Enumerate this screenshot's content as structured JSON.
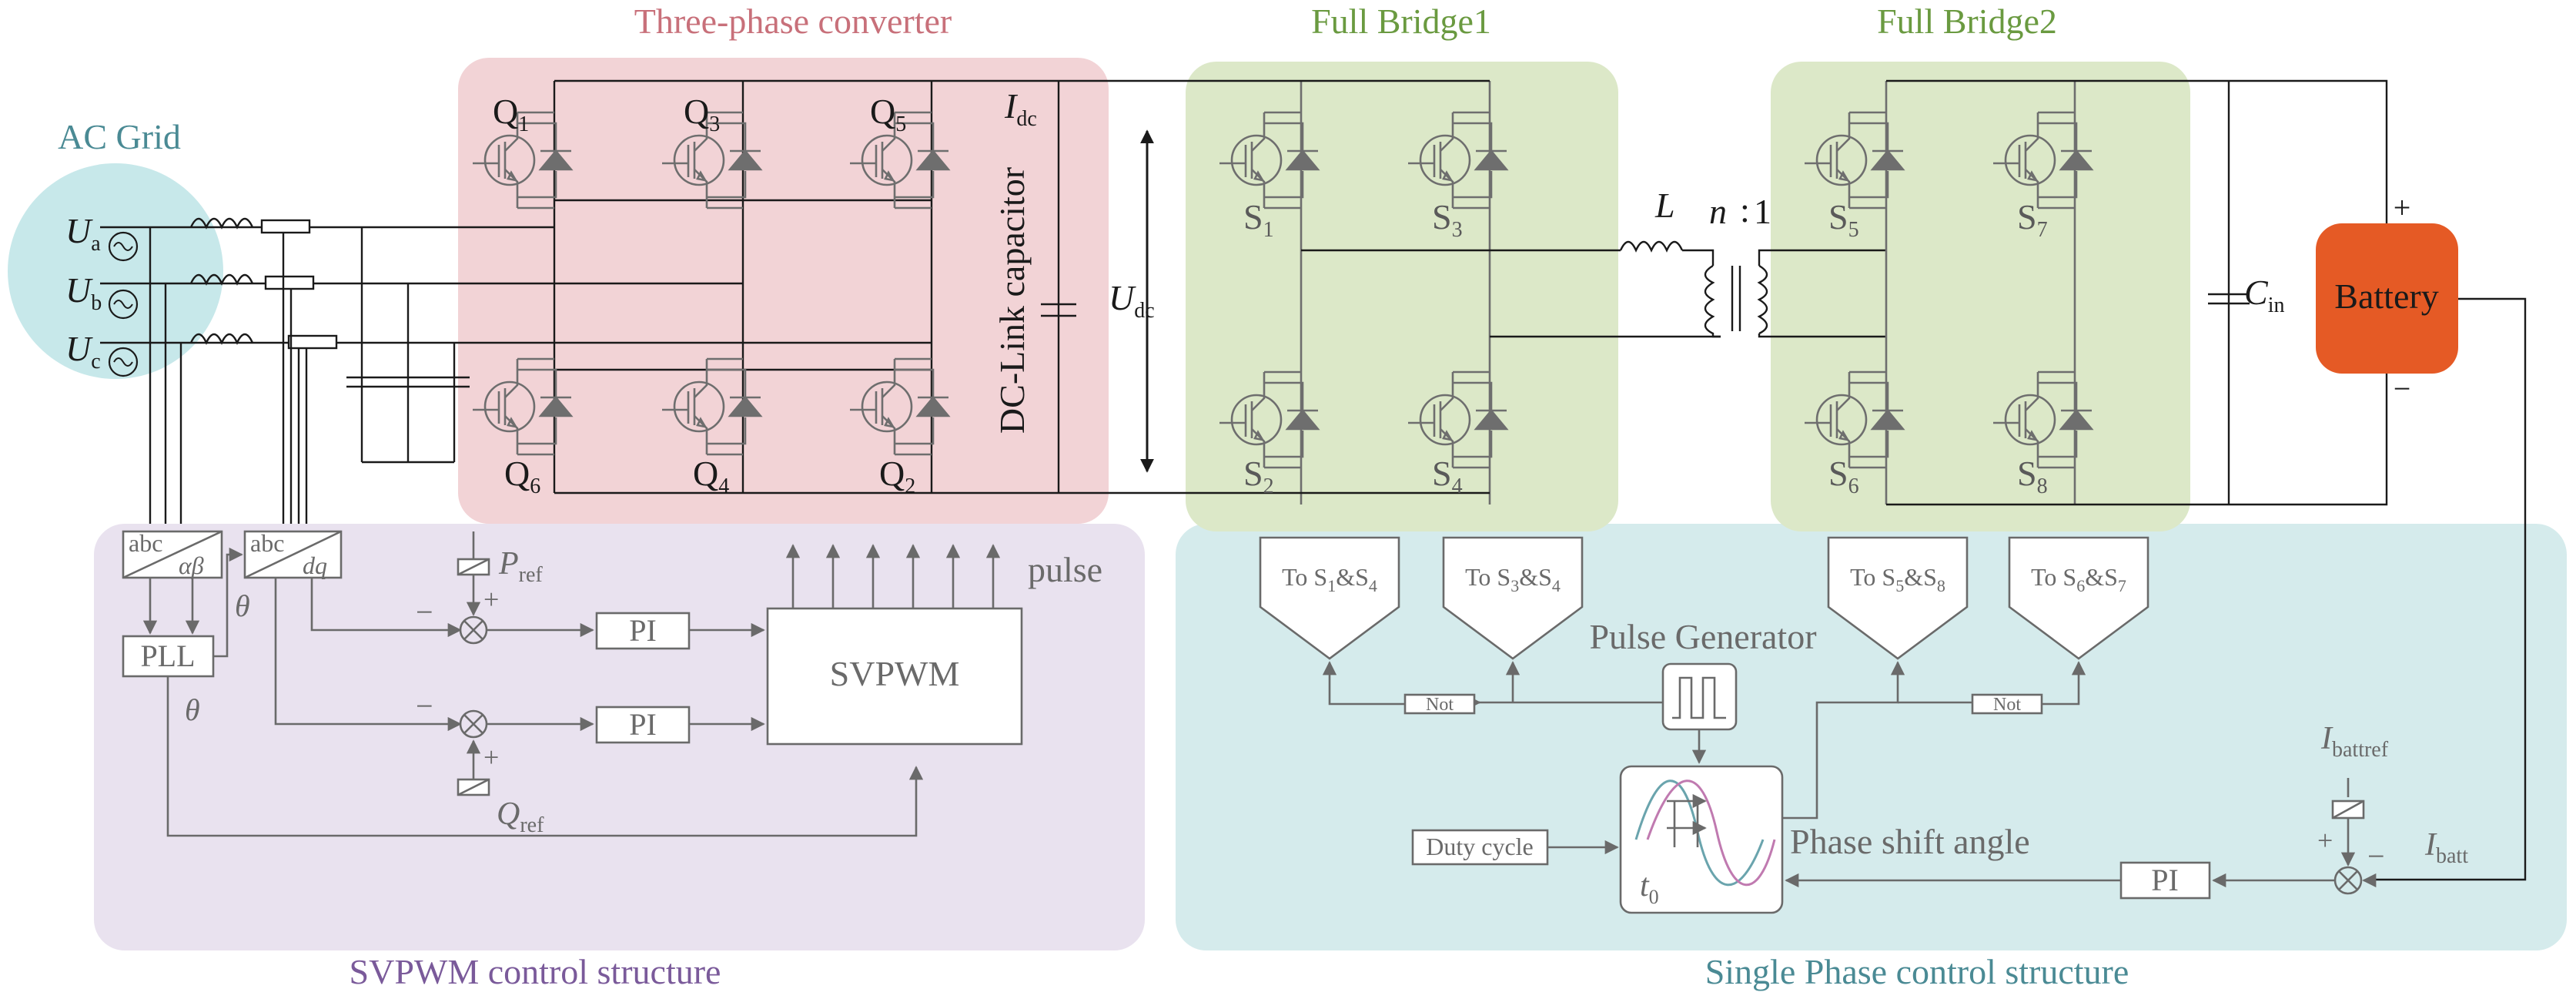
{
  "titles": {
    "converter": "Three-phase  converter",
    "fullbridge1": "Full Bridge1",
    "fullbridge2": "Full Bridge2",
    "acgrid": "AC Grid",
    "svpwm_structure": "SVPWM control structure",
    "singlephase_structure": "Single Phase control structure"
  },
  "converter": {
    "q_labels": [
      {
        "main": "Q",
        "sub": "1"
      },
      {
        "main": "Q",
        "sub": "3"
      },
      {
        "main": "Q",
        "sub": "5"
      },
      {
        "main": "Q",
        "sub": "6"
      },
      {
        "main": "Q",
        "sub": "4"
      },
      {
        "main": "Q",
        "sub": "2"
      }
    ],
    "idc": {
      "main": "I",
      "sub": "dc"
    },
    "dc_link": "DC-Link capacitor",
    "udc": {
      "main": "U",
      "sub": "dc"
    }
  },
  "grid": {
    "sources": [
      {
        "main": "U",
        "sub": "a"
      },
      {
        "main": "U",
        "sub": "b"
      },
      {
        "main": "U",
        "sub": "c"
      }
    ]
  },
  "bridge1": {
    "s_labels": [
      {
        "main": "S",
        "sub": "1"
      },
      {
        "main": "S",
        "sub": "3"
      },
      {
        "main": "S",
        "sub": "2"
      },
      {
        "main": "S",
        "sub": "4"
      }
    ]
  },
  "bridge2": {
    "s_labels": [
      {
        "main": "S",
        "sub": "5"
      },
      {
        "main": "S",
        "sub": "7"
      },
      {
        "main": "S",
        "sub": "6"
      },
      {
        "main": "S",
        "sub": "8"
      }
    ]
  },
  "transformer": {
    "inductor": "L",
    "ratio_n": "n",
    "ratio_colon": ":",
    "ratio_1": "1"
  },
  "cin": {
    "main": "C",
    "sub": "in"
  },
  "battery": {
    "label": "Battery",
    "plus": "+",
    "minus": "−"
  },
  "svpwm": {
    "abc1_top": "abc",
    "abc1_bottom": "αβ",
    "abc2_top": "abc",
    "abc2_bottom": "dq",
    "pll": "PLL",
    "theta": "θ",
    "pref": {
      "main": "P",
      "sub": "ref"
    },
    "qref": {
      "main": "Q",
      "sub": "ref"
    },
    "pi": "PI",
    "svpwm_block": "SVPWM",
    "pulse": "pulse",
    "minus": "−",
    "plus": "+"
  },
  "single": {
    "to_boxes": [
      {
        "pre": "To S",
        "a": "1",
        "mid": "&S",
        "b": "4"
      },
      {
        "pre": "To S",
        "a": "3",
        "mid": "&S",
        "b": "4"
      },
      {
        "pre": "To S",
        "a": "5",
        "mid": "&S",
        "b": "8"
      },
      {
        "pre": "To S",
        "a": "6",
        "mid": "&S",
        "b": "7"
      }
    ],
    "pulse_generator": "Pulse Generator",
    "not": "Not",
    "duty_cycle": "Duty cycle",
    "phase_shift": "Phase shift angle",
    "t0": {
      "main": "t",
      "sub": "0"
    },
    "pi": "PI",
    "ibattref": {
      "main": "I",
      "sub": "battref"
    },
    "ibatt": {
      "main": "I",
      "sub": "batt"
    },
    "plus": "+",
    "minus": "−"
  },
  "colors": {
    "converter_bg": "#f2d3d6",
    "bridge_bg": "#dce8c8",
    "svpwm_bg": "#e9e2ef",
    "single_bg": "#d5ebec",
    "grid_bg": "#c7e8ea",
    "battery": "#e55a25",
    "title_red": "#c8707a",
    "title_green": "#6a9a40",
    "title_teal": "#4a8a94",
    "title_purple": "#7a5a9a"
  }
}
